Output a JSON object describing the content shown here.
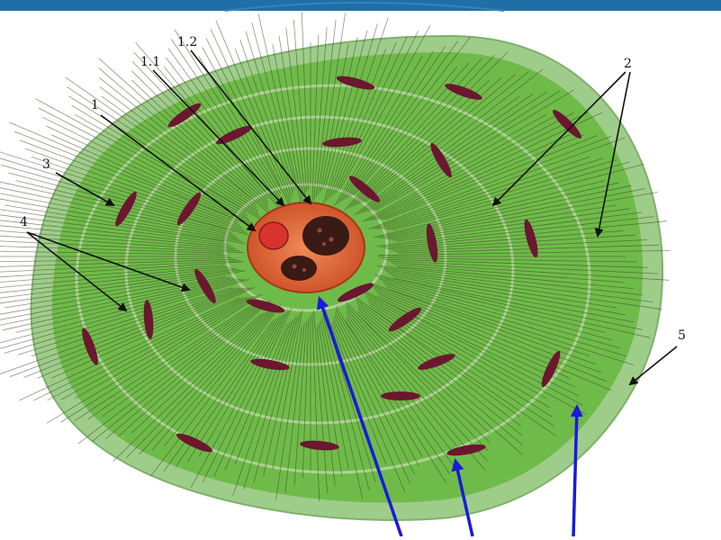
{
  "image": {
    "subject": "Microscopic cross-section of an osteon with labeled structures",
    "colors": {
      "top_bar": "#1f6fa6",
      "outer_layer": "#9ecd8a",
      "inner_tissue": "#6fbb4a",
      "lamellae_light": "#b9d7a0",
      "canal": "#e36a3a",
      "osteocyte": "#6b1730",
      "blue_arrow": "#1a1adb",
      "black_arrow": "#111111"
    }
  },
  "labels": {
    "l1": "1",
    "l1_1": "1.1",
    "l1_2": "1.2",
    "l2": "2",
    "l3": "3",
    "l4": "4",
    "l5": "5"
  }
}
